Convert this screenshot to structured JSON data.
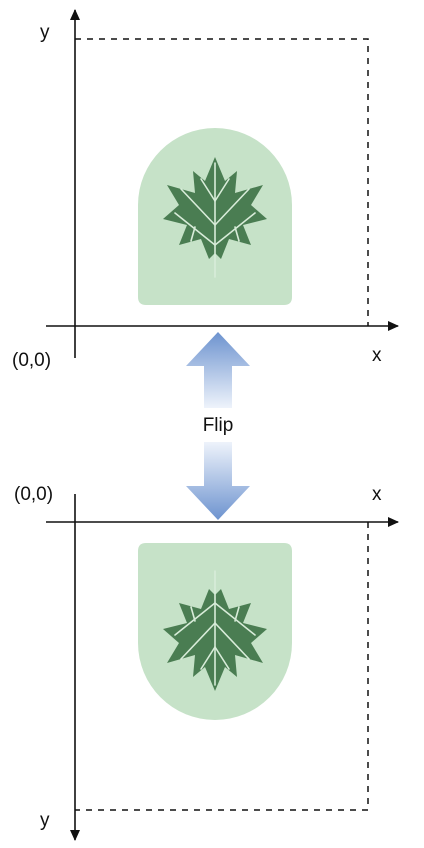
{
  "top_panel": {
    "y_label": "y",
    "x_label": "x",
    "origin_label": "(0,0)"
  },
  "flip": {
    "label": "Flip"
  },
  "bottom_panel": {
    "y_label": "y",
    "x_label": "x",
    "origin_label": "(0,0)"
  },
  "colors": {
    "axis": "#111111",
    "shape_fill": "#c6e2c8",
    "leaf_fill": "#4a7d52",
    "leaf_vein": "#d8ecd9",
    "arrow_top": "#6d93cf",
    "arrow_light": "#eef3fb"
  },
  "icons": {
    "leaf": "maple-leaf-icon",
    "flip_arrow": "double-arrow-icon"
  }
}
